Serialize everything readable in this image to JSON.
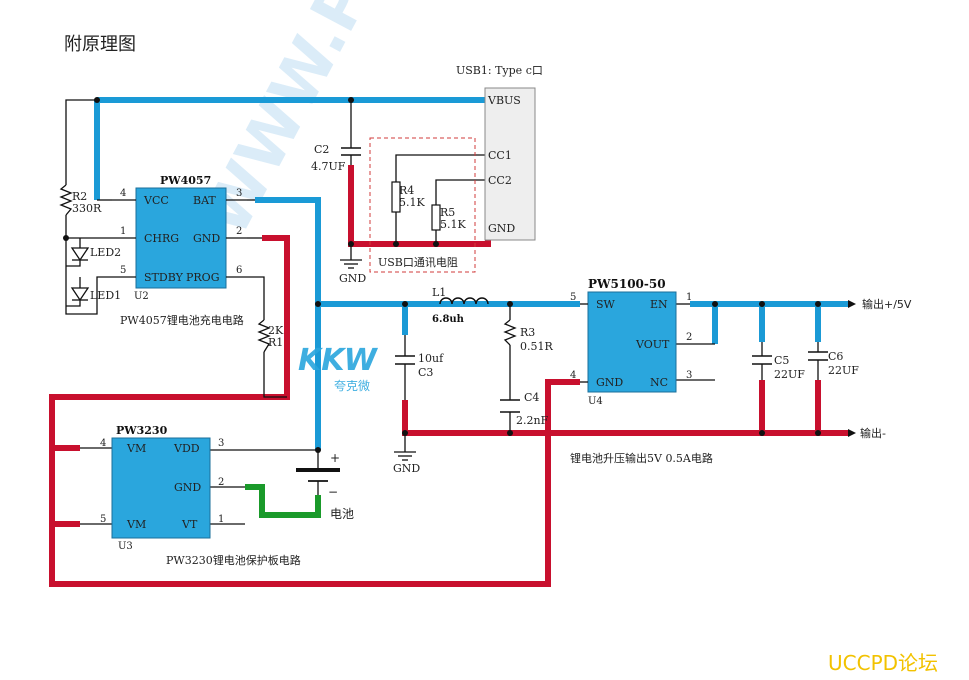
{
  "page_title": "附原理图",
  "watermark_url": "WWW.P",
  "watermark_logo": "KKW",
  "watermark_brand": "夸克微",
  "footer_brand": "UCCPD论坛",
  "colors": {
    "blue_net": "#1a9ad6",
    "red_net": "#c8102e",
    "green_net": "#1a9a2a",
    "chip": "#2aa6dd",
    "footer": "#f2c200"
  },
  "usb": {
    "label": "USB1: Type c口",
    "pins": [
      "VBUS",
      "CC1",
      "CC2",
      "GND"
    ]
  },
  "usb_block_label": "USB口通讯电阻",
  "r4": {
    "ref": "R4",
    "value": "5.1K"
  },
  "r5": {
    "ref": "R5",
    "value": "5.1K"
  },
  "c2": {
    "ref": "C2",
    "value": "4.7UF"
  },
  "gnd_label": "GND",
  "r2": {
    "ref": "R2",
    "value": "330R"
  },
  "led2": "LED2",
  "led1": "LED1",
  "pw4057": {
    "name": "PW4057",
    "ref": "U2",
    "caption": "PW4057锂电池充电电路",
    "left_pins": [
      {
        "num": "4",
        "name": "VCC"
      },
      {
        "num": "1",
        "name": "CHRG"
      },
      {
        "num": "5",
        "name": "STDBY"
      }
    ],
    "right_pins": [
      {
        "num": "3",
        "name": "BAT"
      },
      {
        "num": "2",
        "name": "GND"
      },
      {
        "num": "6",
        "name": "PROG"
      }
    ]
  },
  "r1": {
    "ref": "R1",
    "value": "2K"
  },
  "pw3230": {
    "name": "PW3230",
    "ref": "U3",
    "caption": "PW3230锂电池保护板电路",
    "left_pins": [
      {
        "num": "4",
        "name": "VM"
      },
      {
        "num": "5",
        "name": "VM"
      }
    ],
    "right_pins": [
      {
        "num": "3",
        "name": "VDD"
      },
      {
        "num": "2",
        "name": "GND"
      },
      {
        "num": "1",
        "name": "VT"
      }
    ]
  },
  "battery": {
    "label": "电池",
    "plus": "+",
    "minus": "−"
  },
  "l1": {
    "ref": "L1",
    "value": "6.8uh"
  },
  "c3": {
    "ref": "C3",
    "value": "10uf"
  },
  "r3": {
    "ref": "R3",
    "value": "0.51R"
  },
  "c4": {
    "ref": "C4",
    "value": "2.2nF"
  },
  "pw5100": {
    "name": "PW5100-50",
    "ref": "U4",
    "caption": "锂电池升压输出5V 0.5A电路",
    "left_pins": [
      {
        "num": "5",
        "name": "SW"
      },
      {
        "num": "4",
        "name": "GND"
      }
    ],
    "right_pins": [
      {
        "num": "1",
        "name": "EN"
      },
      {
        "num": "2",
        "name": "VOUT"
      },
      {
        "num": "3",
        "name": "NC"
      }
    ]
  },
  "c5": {
    "ref": "C5",
    "value": "22UF"
  },
  "c6": {
    "ref": "C6",
    "value": "22UF"
  },
  "out_plus": "输出+/5V",
  "out_minus": "输出-"
}
